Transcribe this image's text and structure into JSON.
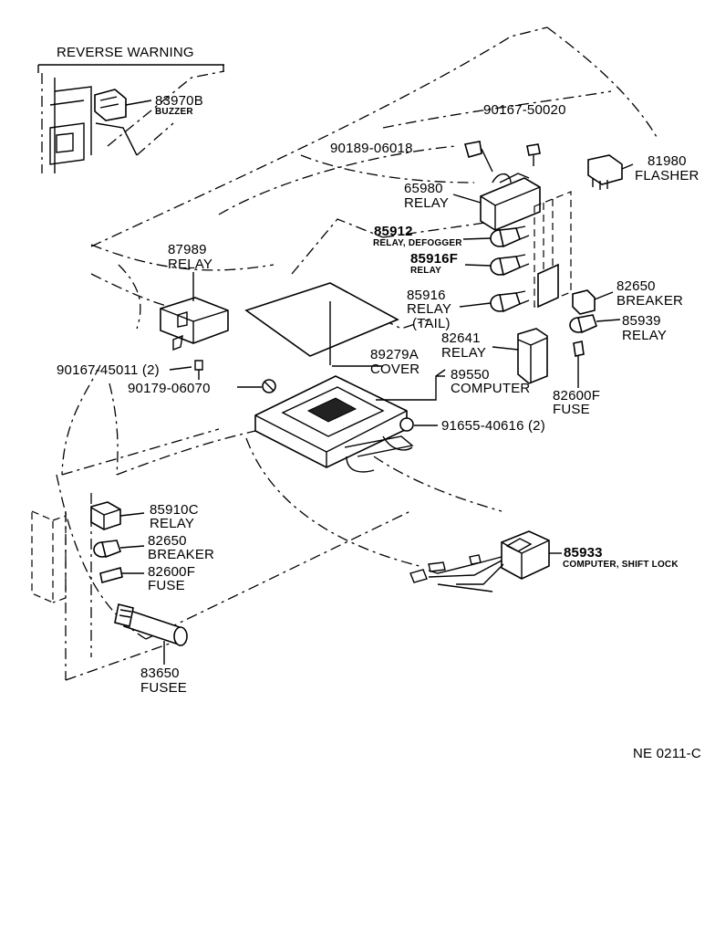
{
  "inset": {
    "title": "REVERSE WARNING"
  },
  "parts": {
    "buzzer": {
      "no": "83970B",
      "name": "BUZZER"
    },
    "p90167_50020": {
      "no": "90167-50020"
    },
    "p90189_06018": {
      "no": "90189-06018"
    },
    "flasher": {
      "no": "81980",
      "name": "FLASHER"
    },
    "relay_65980": {
      "no": "65980",
      "name": "RELAY"
    },
    "defogger": {
      "no": "85912",
      "name": "RELAY, DEFOGGER"
    },
    "relay_85916f": {
      "no": "85916F",
      "name": "RELAY"
    },
    "relay_87989": {
      "no": "87989",
      "name": "RELAY"
    },
    "tail_relay": {
      "no": "85916",
      "name": "RELAY",
      "sub": "(TAIL)"
    },
    "breaker_r": {
      "no": "82650",
      "name": "BREAKER"
    },
    "relay_85939": {
      "no": "85939",
      "name": "RELAY"
    },
    "relay_82641": {
      "no": "82641",
      "name": "RELAY"
    },
    "cover": {
      "no": "89279A",
      "name": "COVER"
    },
    "computer": {
      "no": "89550",
      "name": "COMPUTER"
    },
    "screw_45011": {
      "no": "90167-45011 (2)"
    },
    "nut_06070": {
      "no": "90179-06070"
    },
    "fuse_r": {
      "no": "82600F",
      "name": "FUSE"
    },
    "nut_40616": {
      "no": "91655-40616 (2)"
    },
    "relay_85910c": {
      "no": "85910C",
      "name": "RELAY"
    },
    "breaker_l": {
      "no": "82650",
      "name": "BREAKER"
    },
    "fuse_l": {
      "no": "82600F",
      "name": "FUSE"
    },
    "shift_lock": {
      "no": "85933",
      "name": "COMPUTER, SHIFT LOCK"
    },
    "fusee": {
      "no": "83650",
      "name": "FUSEE"
    }
  },
  "figure_code": "NE 0211-C"
}
